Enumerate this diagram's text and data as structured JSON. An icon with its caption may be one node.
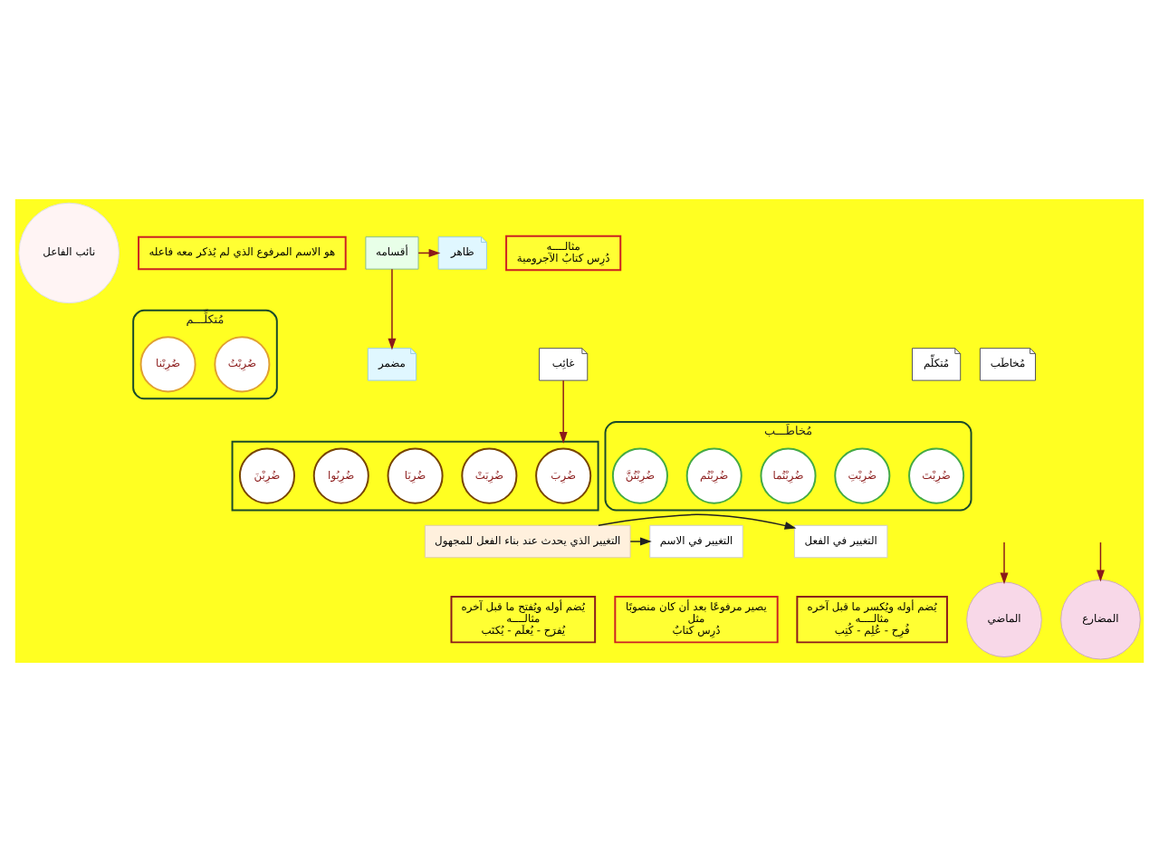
{
  "diagram": {
    "nodes": [
      {
        "text": [
          "نائب الفاعل"
        ]
      },
      {
        "text": [
          "هو الاسم المرفوع الذي لم يُذكر معه فاعله"
        ]
      },
      {
        "text": [
          "أقسامه"
        ]
      },
      {
        "text": [
          "ظاهر"
        ]
      },
      {
        "text": [
          "مضمر"
        ]
      },
      {
        "text": [
          "مثالــــه",
          "دُرِس كتابُ الآجرومية"
        ]
      },
      {
        "text": [
          "مُتكلِّم"
        ]
      },
      {
        "text": [
          "مُخاطَب"
        ]
      },
      {
        "text": [
          "غائِب"
        ]
      },
      {
        "text": [
          "مُتكلِّـــم"
        ]
      },
      {
        "text": [
          "ضُرِبْتُ"
        ],
        "in": 9
      },
      {
        "text": [
          "ضُرِبْنا"
        ],
        "in": 9
      },
      {
        "text": [
          "مُخاطَـــب"
        ]
      },
      {
        "text": [
          "ضُرِبْتَ"
        ],
        "in": 12
      },
      {
        "text": [
          "ضُرِبْتِ"
        ],
        "in": 12
      },
      {
        "text": [
          "ضُرِبْتُما"
        ],
        "in": 12
      },
      {
        "text": [
          "ضُرِبْتُم"
        ],
        "in": 12
      },
      {
        "text": [
          "ضُرِبْتُنَّ"
        ],
        "in": 12
      },
      {
        "text": [],
        "shape": "box"
      },
      {
        "text": [
          "ضُرِبَ"
        ],
        "in": 18
      },
      {
        "text": [
          "ضُرِبَتْ"
        ],
        "in": 18
      },
      {
        "text": [
          "ضُرِبَا"
        ],
        "in": 18
      },
      {
        "text": [
          "ضُرِبُوا"
        ],
        "in": 18
      },
      {
        "text": [
          "ضُرِبْنَ"
        ],
        "in": 18
      },
      {
        "text": [
          "التغيير الذي يحدث عند بناء الفعل للمجهول"
        ]
      },
      {
        "text": [
          "التغيير في الفعل"
        ]
      },
      {
        "text": [
          "التغيير في الاسم"
        ]
      },
      {
        "text": [
          "الماضي"
        ]
      },
      {
        "text": [
          "يُضم أوله ويُكسر ما قبل آخره",
          "مثالــــه",
          "فُرِح - عُلِم - كُتِب"
        ]
      },
      {
        "text": [
          "المضارع"
        ]
      },
      {
        "text": [
          "يُضم أوله ويُفتح ما قبل آخره",
          "مثالــــه",
          "يُفرَح - يُعلَم - يُكتَب"
        ]
      },
      {
        "text": [
          "يصير مرفوعًا بعد أن كان منصوبًا",
          "مثل",
          "دُرِس كتابٌ"
        ]
      }
    ],
    "edges": [
      {
        "from": 2,
        "to": 3,
        "arrow": "to"
      },
      {
        "from": 2,
        "to": 4,
        "arrow": "to"
      },
      {
        "from": 8,
        "to": 18,
        "arrow": "to"
      },
      {
        "from": 24,
        "to": 25,
        "arrow": "to",
        "color": "#222222"
      },
      {
        "from": 24,
        "to": 26,
        "arrow": "to",
        "color": "#222222"
      },
      {
        "from": null,
        "to": 27,
        "arrow": "to"
      },
      {
        "from": null,
        "to": 29,
        "arrow": "to"
      }
    ]
  }
}
